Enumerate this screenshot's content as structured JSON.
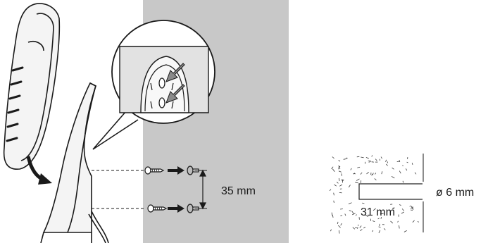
{
  "colors": {
    "wall": "#c8c8c8",
    "outline": "#1a1a1a",
    "arrow_fill": "#8a8a8a",
    "insert_bg": "#e2e2e2",
    "background": "#ffffff"
  },
  "labels": {
    "hole_spacing": "35 mm",
    "drill_diameter": "ø 6 mm",
    "drill_depth": "31 mm"
  },
  "icons": [
    "handset",
    "charger-base",
    "screw",
    "wall-plug",
    "arrow-right",
    "curved-arrow",
    "double-arrow"
  ]
}
